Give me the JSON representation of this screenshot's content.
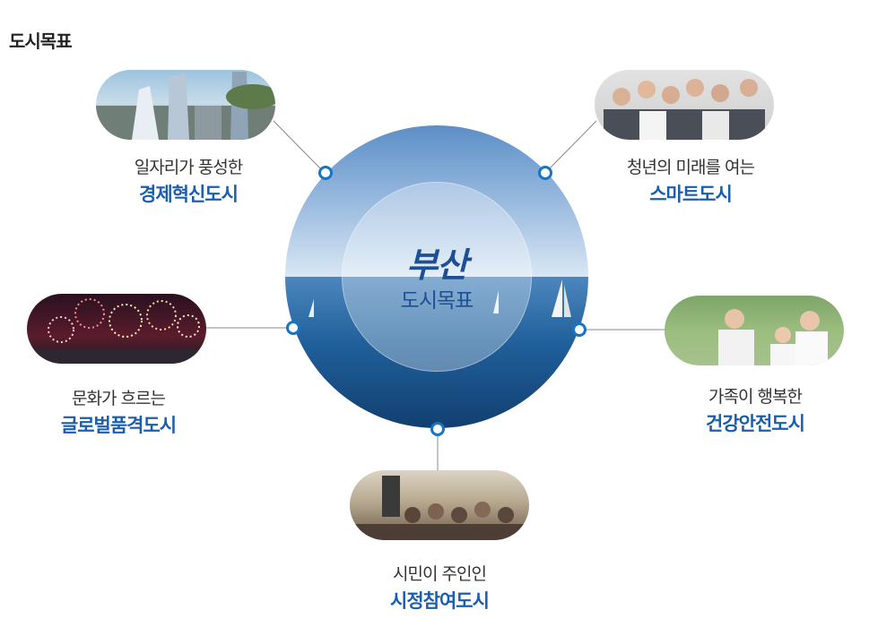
{
  "page": {
    "heading": "도시목표"
  },
  "hub": {
    "city": "부산",
    "label": "도시목표"
  },
  "goals": [
    {
      "subtitle": "일자리가 풍성한",
      "title": "경제혁신도시",
      "photo": "city-skyline-photo"
    },
    {
      "subtitle": "청년의 미래를 여는",
      "title": "스마트도시",
      "photo": "young-people-group-photo"
    },
    {
      "subtitle": "문화가 흐르는",
      "title": "글로벌품격도시",
      "photo": "fireworks-photo"
    },
    {
      "subtitle": "가족이 행복한",
      "title": "건강안전도시",
      "photo": "happy-family-photo"
    },
    {
      "subtitle": "시민이 주인인",
      "title": "시정참여도시",
      "photo": "citizen-audience-photo"
    }
  ],
  "colors": {
    "accent_blue": "#1a5fad",
    "hub_text": "#1d4f96",
    "connector_gray": "#888888",
    "dot_ring": "#1874c4"
  }
}
